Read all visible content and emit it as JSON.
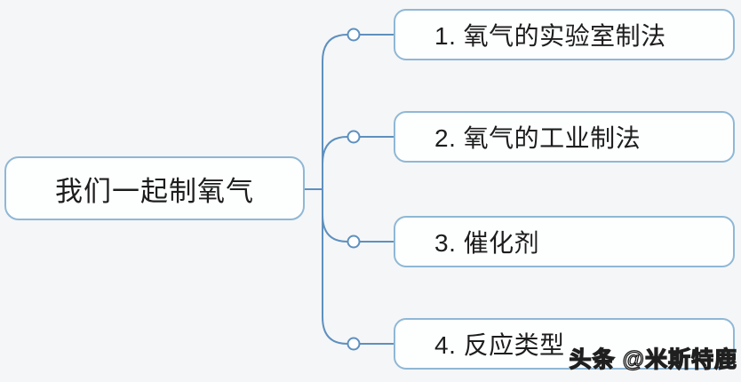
{
  "colors": {
    "background": "#f5f6f7",
    "node_fill": "#fdfefe",
    "node_border": "#8fb8d6",
    "connector": "#5e90bf",
    "text": "#1d1d1d",
    "watermark_fill": "#ffffff",
    "watermark_outline": "#1f1f1f"
  },
  "mindmap": {
    "root": {
      "label": "我们一起制氧气"
    },
    "children": [
      {
        "label": "1. 氧气的实验室制法"
      },
      {
        "label": "2. 氧气的工业制法"
      },
      {
        "label": "3. 催化剂"
      },
      {
        "label": "4. 反应类型"
      }
    ]
  },
  "watermark": {
    "text": "头条 @米斯特鹿"
  }
}
